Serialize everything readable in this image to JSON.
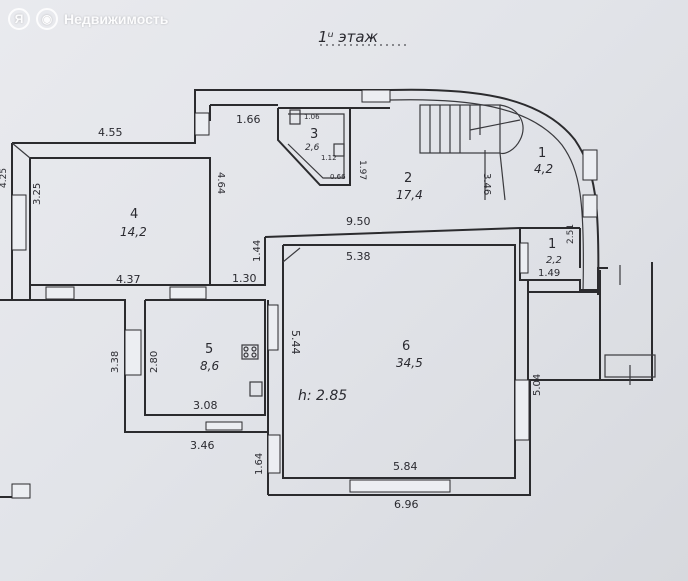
{
  "watermark": {
    "logo_letter": "Я",
    "brand": "Недвижимость"
  },
  "title": "1ᵘ этаж",
  "rooms": [
    {
      "num": "1",
      "area": "4,2"
    },
    {
      "num": "2",
      "area": "17,4"
    },
    {
      "num": "3",
      "area": "2,6"
    },
    {
      "num": "4",
      "area": "14,2"
    },
    {
      "num": "5",
      "area": "8,6"
    },
    {
      "num": "6",
      "area": "34,5"
    },
    {
      "num": "1",
      "area": "2,2"
    }
  ],
  "dimensions": {
    "d455": "4.55",
    "d166": "1.66",
    "d106": "1.06",
    "d197": "1.97",
    "d112": "1.12",
    "d066": "0.66",
    "d425": "4.25",
    "d325": "3.25",
    "d464": "4.64",
    "d346a": "3.46",
    "d950": "9.50",
    "d437": "4.37",
    "d130": "1.30",
    "d144": "1.44",
    "d538": "5.38",
    "d251": "2.51",
    "d149": "1.49",
    "d338": "3.38",
    "d280": "2.80",
    "d544": "5.44",
    "d308": "3.08",
    "d346b": "3.46",
    "d164": "1.64",
    "d584": "5.84",
    "d696": "6.96",
    "d504": "5.04"
  },
  "ceiling_height": "h: 2.85"
}
